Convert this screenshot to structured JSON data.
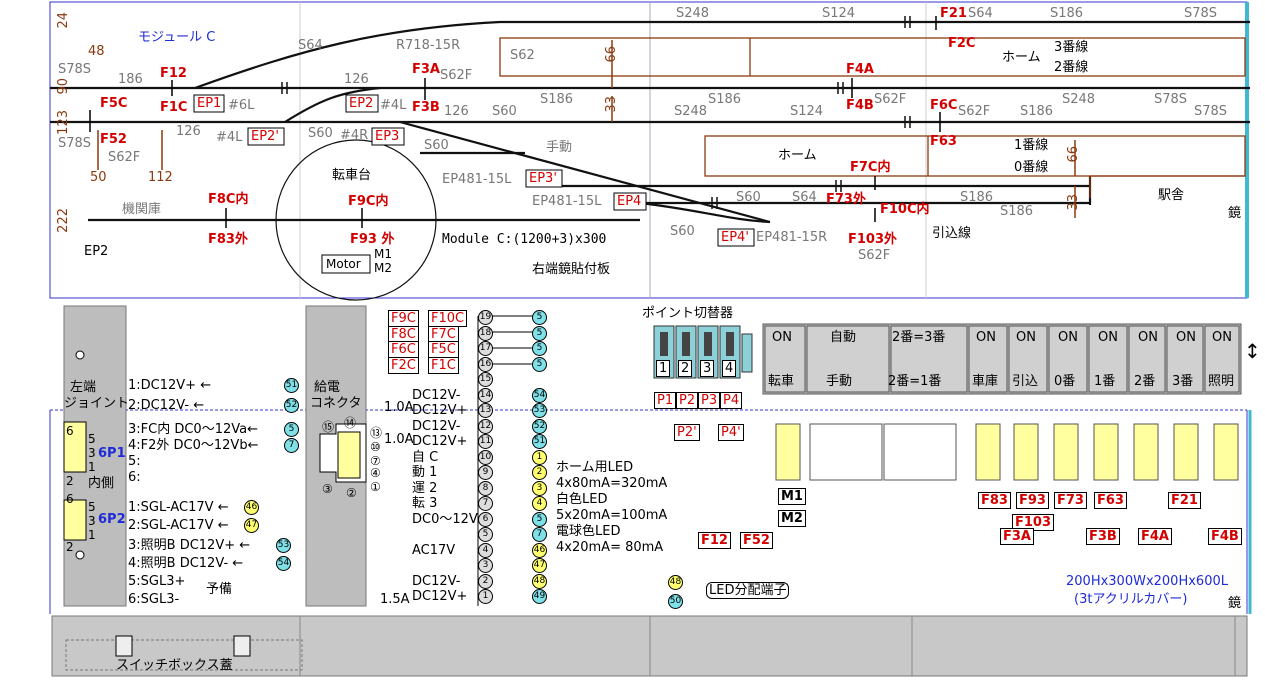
{
  "module_title": "モジュール C",
  "module_caption": "Module C:(1200+3)x300",
  "mirror_board_label": "右端鏡貼付板",
  "mirror_label": "鏡",
  "track_lengths": [
    "S248",
    "S124",
    "S64",
    "S186",
    "S78S",
    "S62",
    "S78S",
    "186",
    "126",
    "R718-15R",
    "S62F",
    "S186",
    "S248",
    "S186",
    "S124",
    "S62F",
    "S62F",
    "S186",
    "S248",
    "S78S",
    "S78S",
    "S78S",
    "126",
    "S60",
    "S60",
    "S60",
    "S60",
    "S64",
    "S186",
    "S186",
    "S62F",
    "S60",
    "126",
    "S186"
  ],
  "cable_marks": {
    "m24": "24",
    "m48": "48",
    "m90": "90",
    "m123": "123",
    "m66a": "66",
    "m33a": "33",
    "m66b": "66",
    "m33b": "33",
    "m50": "50",
    "m112": "112",
    "m222": "222"
  },
  "feeders": {
    "f12": "F12",
    "f1c": "F1C",
    "f5c": "F5C",
    "f52": "F52",
    "f3a": "F3A",
    "f3b": "F3B",
    "f4a": "F4A",
    "f4b": "F4B",
    "f21": "F21",
    "f2c": "F2C",
    "f6c": "F6C",
    "f63": "F63",
    "f7c": "F7C内",
    "f73": "F73外",
    "f10c": "F10C内",
    "f103": "F103外",
    "f8c": "F8C内",
    "f83": "F83外",
    "f9c": "F9C内",
    "f93": "F93 外"
  },
  "points": {
    "ep1": "EP1",
    "ep2": "EP2",
    "ep2p": "EP2'",
    "ep3": "EP3",
    "ep3p": "EP3'",
    "ep4": "EP4",
    "ep4p": "EP4'",
    "ep2lbl": "EP2"
  },
  "turnout_types": {
    "t6l": "#6L",
    "t4l": "#4L",
    "t4l2": "#4L",
    "t4r": "#4R",
    "ep481a": "EP481-15L",
    "ep481b": "EP481-15L",
    "ep481c": "EP481-15R",
    "manual": "手動"
  },
  "areas": {
    "home3": "3番線",
    "home2": "2番線",
    "home_a": "ホーム",
    "home1": "1番線",
    "home0": "0番線",
    "home_b": "ホーム",
    "station": "駅舎",
    "siding": "引込線",
    "turntable": "転車台",
    "shed": "機関庫",
    "motor": "Motor",
    "m1": "M1",
    "m2": "M2"
  },
  "left_joint": {
    "title1": "左端",
    "title2": "ジョイント",
    "inner": "内側",
    "p6a": "6",
    "p5a": "5",
    "p3a": "3",
    "p2a": "2",
    "p1a": "1",
    "p6b": "6",
    "p5b": "5",
    "p3b": "3",
    "p2b": "2",
    "p1b": "1",
    "j6p1": "6P1",
    "j6p2": "6P2"
  },
  "joint_pins": [
    {
      "text": "1:DC12V+ ←",
      "n": "51"
    },
    {
      "text": "2:DC12V- ←",
      "n": "52"
    },
    {
      "text": "3:FC内 DC0～12Va←",
      "n": "5"
    },
    {
      "text": "4:F2外 DC0～12Vb←",
      "n": "7"
    },
    {
      "text": "5:",
      "n": ""
    },
    {
      "text": "6:",
      "n": ""
    },
    {
      "text": "1:SGL-AC17V ←",
      "n": "46"
    },
    {
      "text": "2:SGL-AC17V ←",
      "n": "47"
    },
    {
      "text": "3:照明B  DC12V+ ←",
      "n": "53"
    },
    {
      "text": "4:照明B  DC12V- ←",
      "n": "54"
    },
    {
      "text": "5:SGL3+",
      "n": ""
    },
    {
      "text": "6:SGL3-",
      "n": ""
    }
  ],
  "reserve": "予備",
  "power_connector": {
    "title1": "給電",
    "title2": "コネクタ",
    "n15": "⑮",
    "n14": "⑭",
    "n3": "③",
    "n2": "②",
    "n13": "⑬",
    "n10": "⑩",
    "n7": "⑦",
    "n4": "④",
    "n1": "①"
  },
  "terminal_rows": [
    {
      "a": "F9C",
      "b": "F10C",
      "n": "19",
      "e": "5"
    },
    {
      "a": "F8C",
      "b": "F7C",
      "n": "18",
      "e": "5"
    },
    {
      "a": "F6C",
      "b": "F5C",
      "n": "17",
      "e": "5"
    },
    {
      "a": "F2C",
      "b": "F1C",
      "n": "16",
      "e": "5"
    },
    {
      "a": "",
      "b": "",
      "n": "15",
      "e": ""
    },
    {
      "a": "DC12V-",
      "b": "",
      "n": "14",
      "e": "54"
    },
    {
      "a": "DC12V+",
      "b": "",
      "n": "13",
      "e": "53"
    },
    {
      "a": "DC12V-",
      "b": "",
      "n": "12",
      "e": "52"
    },
    {
      "a": "DC12V+",
      "b": "",
      "n": "11",
      "e": "51"
    },
    {
      "a": "自 C",
      "b": "",
      "n": "10",
      "e": "1"
    },
    {
      "a": "動 1",
      "b": "",
      "n": "9",
      "e": "2"
    },
    {
      "a": "運 2",
      "b": "",
      "n": "8",
      "e": "3"
    },
    {
      "a": "転 3",
      "b": "",
      "n": "7",
      "e": "4"
    },
    {
      "a": "DC0～12V",
      "b": "",
      "n": "6",
      "e": "5"
    },
    {
      "a": "",
      "b": "",
      "n": "5",
      "e": "7"
    },
    {
      "a": "AC17V",
      "b": "",
      "n": "4",
      "e": "46"
    },
    {
      "a": "",
      "b": "",
      "n": "3",
      "e": "47"
    },
    {
      "a": "DC12V-",
      "b": "",
      "n": "2",
      "e": "48"
    },
    {
      "a": "DC12V+",
      "b": "",
      "n": "1",
      "e": "49"
    }
  ],
  "current_labels": {
    "c1": "1.0A",
    "c2": "1.0A",
    "c3": "1.5A"
  },
  "led_notes": [
    "ホーム用LED",
    "4x80mA=320mA",
    "白色LED",
    "5x20mA=100mA",
    "電球色LED",
    "4x20mA=  80mA"
  ],
  "point_switch": {
    "title": "ポイント切替器",
    "sw1": "1",
    "sw2": "2",
    "sw3": "3",
    "sw4": "4",
    "p1": "P1",
    "p2": "P2",
    "p3": "P3",
    "p4": "P4",
    "p2p": "P2'",
    "p4p": "P4'"
  },
  "control_panel": {
    "top": [
      "ON",
      "自動",
      "2番=3番",
      "ON",
      "ON",
      "ON",
      "ON",
      "ON",
      "ON",
      "ON"
    ],
    "bottom": [
      "転車",
      "手動",
      "2番=1番",
      "車庫",
      "引込",
      "0番",
      "1番",
      "2番",
      "3番",
      "照明"
    ],
    "arrow": "↕"
  },
  "led_terminal": {
    "label": "LED分配端子",
    "n48": "48",
    "n50": "50"
  },
  "block_labels": {
    "f83": "F83",
    "f93": "F93",
    "f103": "F103",
    "f73": "F73",
    "f63": "F63",
    "f21": "F21",
    "f3a": "F3A",
    "f3b": "F3B",
    "f4a": "F4A",
    "f4b": "F4B",
    "f12": "F12",
    "f52": "F52",
    "m1": "M1",
    "m2": "M2"
  },
  "acrylic_note": [
    "200Hx300Wx200Hx600L",
    "(3tアクリルカバー)"
  ],
  "switchbox_cover": "スイッチボックス蓋"
}
